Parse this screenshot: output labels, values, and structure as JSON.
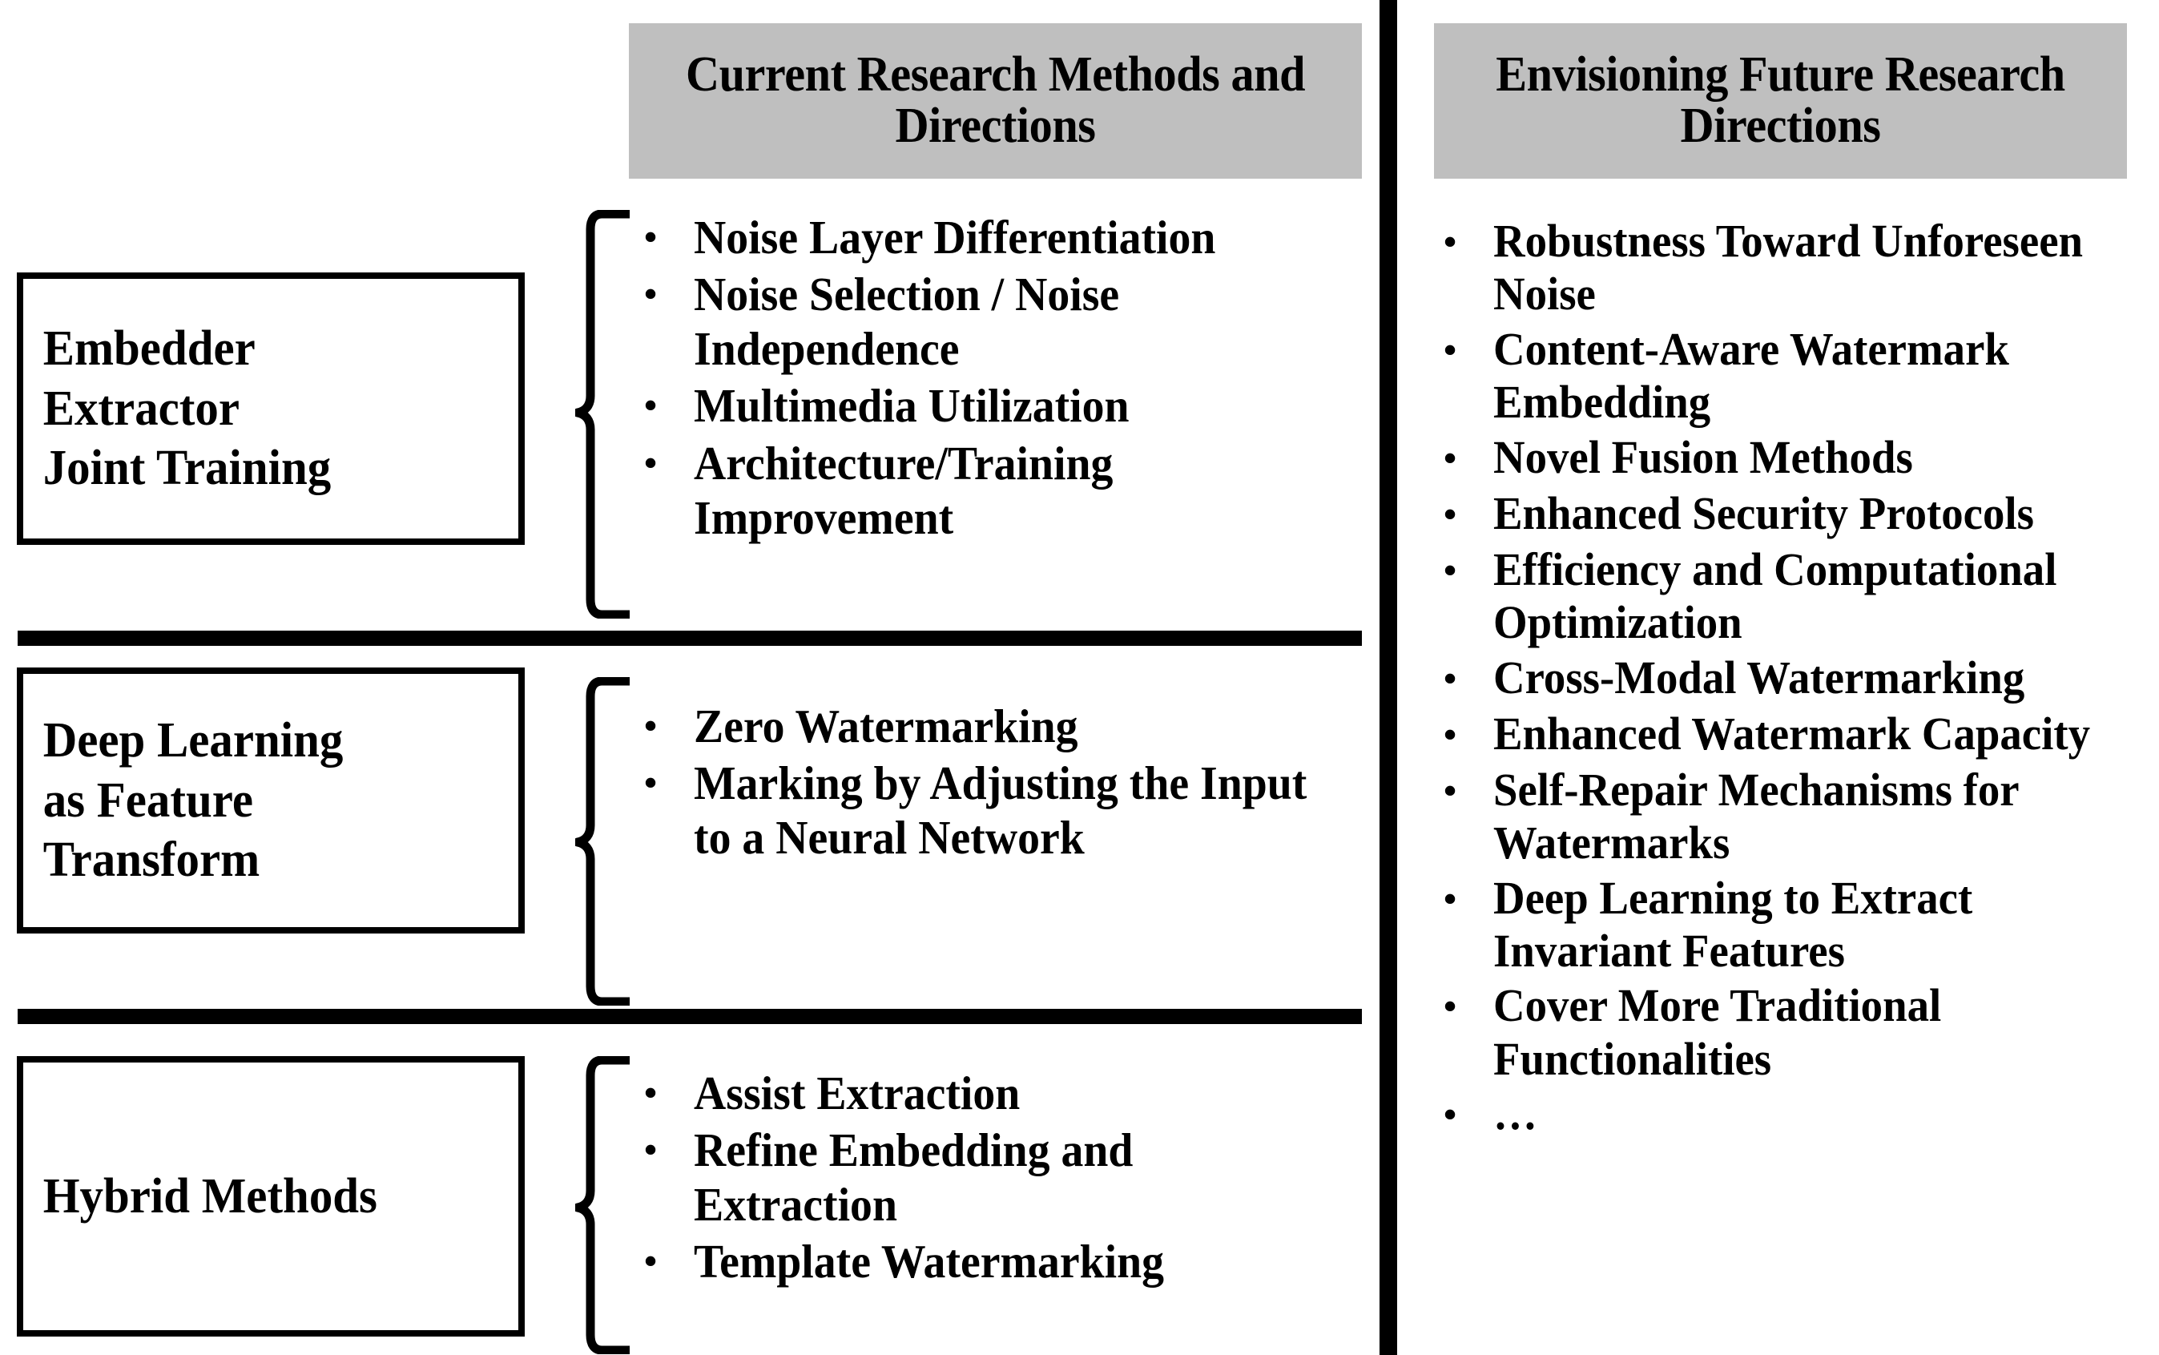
{
  "headers": {
    "left": "Current Research Methods\nand Directions",
    "right": "Envisioning Future\nResearch Directions"
  },
  "colors": {
    "header_background": "#bfbfbf",
    "line": "#000000",
    "page_background": "#ffffff",
    "text": "#000000"
  },
  "categories": [
    {
      "label": "Embedder\nExtractor\nJoint Training",
      "bullet_char": "•",
      "items": [
        "Noise Layer Differentiation",
        "Noise Selection / Noise Independence",
        "Multimedia Utilization",
        "Architecture/Training Improvement"
      ]
    },
    {
      "label": "Deep Learning\nas Feature\nTransform",
      "bullet_char": "•",
      "items": [
        "Zero Watermarking",
        "Marking by Adjusting the Input to a Neural Network"
      ]
    },
    {
      "label": "Hybrid Methods",
      "bullet_char": "•",
      "items": [
        "Assist Extraction",
        "Refine Embedding and Extraction",
        "Template Watermarking"
      ]
    }
  ],
  "future_directions": {
    "bullet_char": "•",
    "items": [
      "Robustness Toward Unforeseen Noise",
      "Content-Aware Watermark Embedding",
      "Novel Fusion Methods",
      "Enhanced Security Protocols",
      "Efficiency and Computational Optimization",
      "Cross-Modal Watermarking",
      "Enhanced Watermark Capacity",
      "Self-Repair Mechanisms for Watermarks",
      "Deep Learning to Extract Invariant Features",
      "Cover More Traditional Functionalities",
      "…"
    ]
  }
}
